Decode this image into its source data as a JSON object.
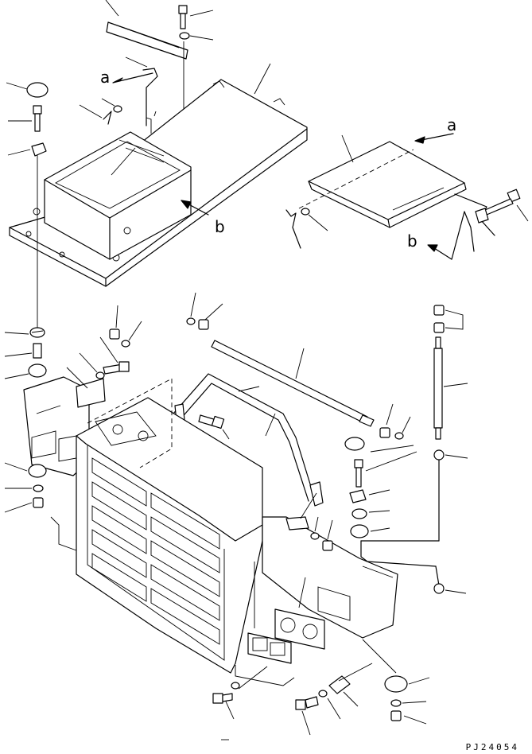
{
  "labels": {
    "a": "a",
    "b": "b"
  },
  "drawing_code": "PJ24054"
}
